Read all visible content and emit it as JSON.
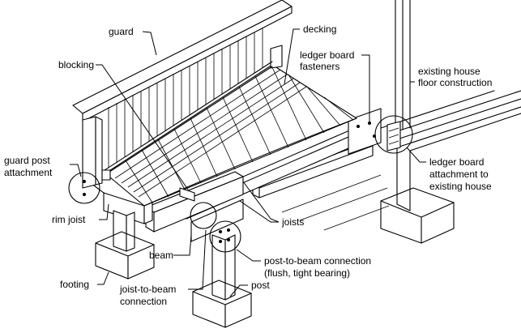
{
  "labels": {
    "guard": "guard",
    "decking": "decking",
    "blocking": "blocking",
    "ledger_fasteners_1": "ledger board",
    "ledger_fasteners_2": "fasteners",
    "house_floor_1": "existing house",
    "house_floor_2": "floor construction",
    "guard_post_1": "guard post",
    "guard_post_2": "attachment",
    "ledger_attach_1": "ledger board",
    "ledger_attach_2": "attachment to",
    "ledger_attach_3": "existing house",
    "rim_joist": "rim joist",
    "joists": "joists",
    "beam": "beam",
    "post_beam_1": "post-to-beam connection",
    "post_beam_2": "(flush, tight bearing)",
    "footing": "footing",
    "joist_beam_1": "joist-to-beam",
    "joist_beam_2": "connection",
    "post": "post"
  }
}
